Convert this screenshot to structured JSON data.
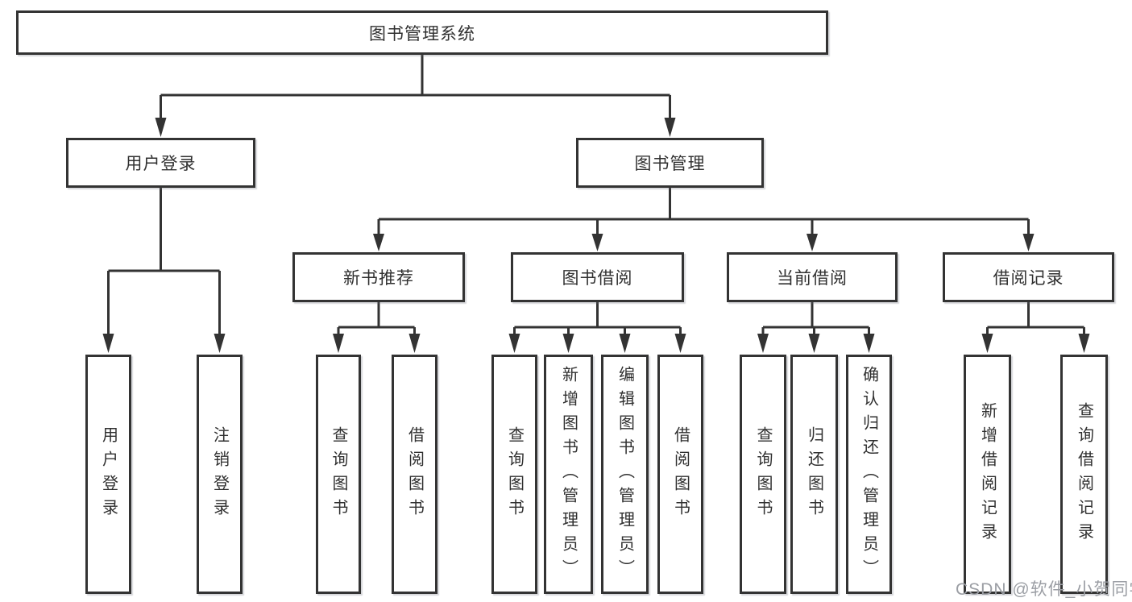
{
  "diagram": {
    "root": {
      "label": "图书管理系统"
    },
    "branches": {
      "user_login": {
        "label": "用户登录",
        "children": {
          "login": {
            "label": "用户登录"
          },
          "logout": {
            "label": "注销登录"
          }
        }
      },
      "book_mgmt": {
        "label": "图书管理",
        "children": {
          "new_books": {
            "label": "新书推荐",
            "children": {
              "query": {
                "label": "查询图书"
              },
              "borrow": {
                "label": "借阅图书"
              }
            }
          },
          "book_borrow": {
            "label": "图书借阅",
            "children": {
              "query": {
                "label": "查询图书"
              },
              "add": {
                "label": "新增图书（管理员）"
              },
              "edit": {
                "label": "编辑图书（管理员）"
              },
              "borrow": {
                "label": "借阅图书"
              }
            }
          },
          "current_borrow": {
            "label": "当前借阅",
            "children": {
              "query": {
                "label": "查询图书"
              },
              "return": {
                "label": "归还图书"
              },
              "confirm": {
                "label": "确认归还（管理员）"
              }
            }
          },
          "borrow_records": {
            "label": "借阅记录",
            "children": {
              "add": {
                "label": "新增借阅记录"
              },
              "query": {
                "label": "查询借阅记录"
              }
            }
          }
        }
      }
    }
  },
  "watermark": {
    "text": "CSDN @软件_小贺同学"
  },
  "colors": {
    "line": "#333333",
    "box_border": "#333333",
    "text": "#303030",
    "watermark": "#9b9ea4",
    "background": "#ffffff"
  }
}
